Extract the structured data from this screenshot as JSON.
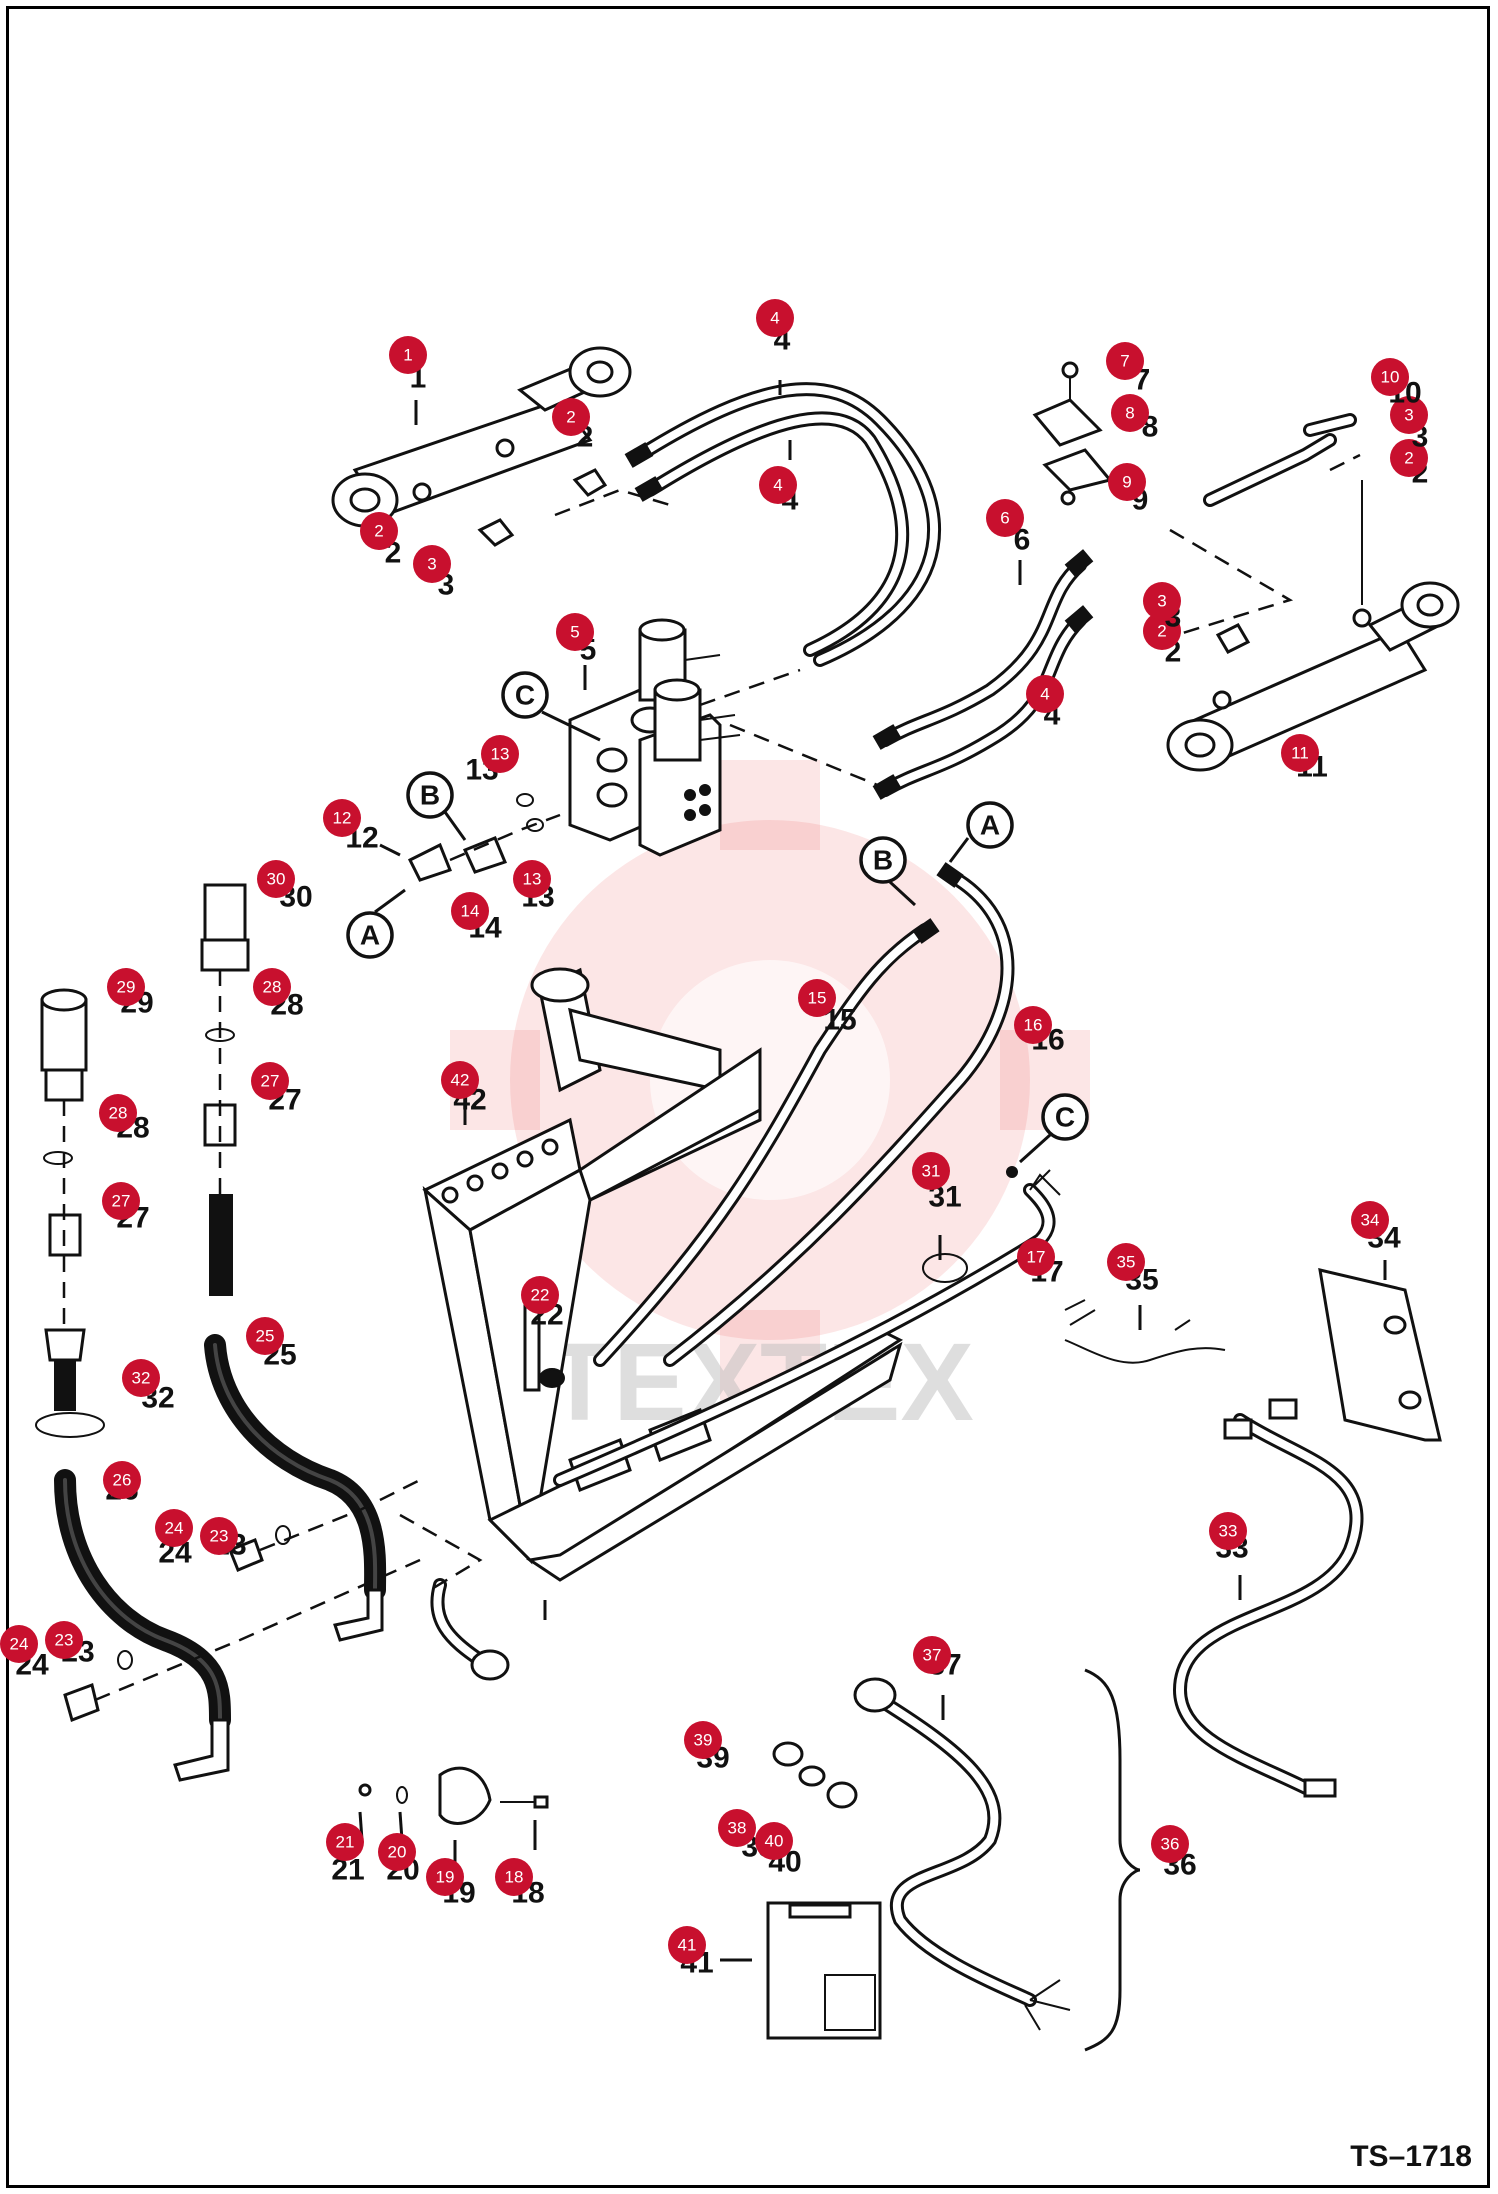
{
  "diagram": {
    "reference_code": "TS–1718",
    "watermark": "TEXTEX",
    "colors": {
      "badge": "#c8102e",
      "line": "#111111",
      "watermark": "#e84040"
    },
    "callouts": [
      {
        "id": "A",
        "label": "A"
      },
      {
        "id": "B",
        "label": "B"
      },
      {
        "id": "C",
        "label": "C"
      }
    ],
    "part_labels": [
      {
        "badge": "1",
        "number": "1"
      },
      {
        "badge": "2",
        "number": "2"
      },
      {
        "badge": "3",
        "number": "3"
      },
      {
        "badge": "4",
        "number": "4"
      },
      {
        "badge": "5",
        "number": "5"
      },
      {
        "badge": "6",
        "number": "6"
      },
      {
        "badge": "7",
        "number": "7"
      },
      {
        "badge": "8",
        "number": "8"
      },
      {
        "badge": "9",
        "number": "9"
      },
      {
        "badge": "10",
        "number": "10"
      },
      {
        "badge": "11",
        "number": "11"
      },
      {
        "badge": "12",
        "number": "12"
      },
      {
        "badge": "13",
        "number": "13"
      },
      {
        "badge": "14",
        "number": "14"
      },
      {
        "badge": "15",
        "number": "15"
      },
      {
        "badge": "16",
        "number": "16"
      },
      {
        "badge": "17",
        "number": "17"
      },
      {
        "badge": "18",
        "number": "18"
      },
      {
        "badge": "19",
        "number": "19"
      },
      {
        "badge": "20",
        "number": "20"
      },
      {
        "badge": "21",
        "number": "21"
      },
      {
        "badge": "22",
        "number": "22"
      },
      {
        "badge": "23",
        "number": "23"
      },
      {
        "badge": "24",
        "number": "24"
      },
      {
        "badge": "25",
        "number": "25"
      },
      {
        "badge": "26",
        "number": "26"
      },
      {
        "badge": "27",
        "number": "27"
      },
      {
        "badge": "28",
        "number": "28"
      },
      {
        "badge": "29",
        "number": "29"
      },
      {
        "badge": "30",
        "number": "30"
      },
      {
        "badge": "31",
        "number": "31"
      },
      {
        "badge": "32",
        "number": "32"
      },
      {
        "badge": "33",
        "number": "33"
      },
      {
        "badge": "34",
        "number": "34"
      },
      {
        "badge": "35",
        "number": "35"
      },
      {
        "badge": "36",
        "number": "36"
      },
      {
        "badge": "37",
        "number": "37"
      },
      {
        "badge": "38",
        "number": "38"
      },
      {
        "badge": "39",
        "number": "39"
      },
      {
        "badge": "40",
        "number": "40"
      },
      {
        "badge": "41",
        "number": "41"
      },
      {
        "badge": "42",
        "number": "42"
      }
    ]
  }
}
